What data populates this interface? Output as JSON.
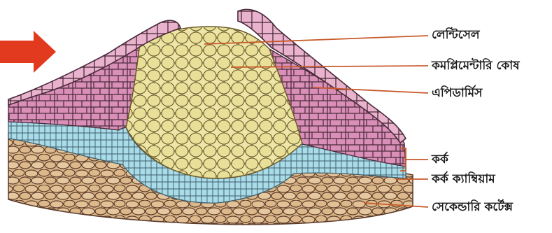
{
  "labels": {
    "lenticel": "লেন্টিসেল",
    "complementary_cells": "কমপ্লিমেন্টারি কোষ",
    "epidermis": "এপিডার্মিস",
    "cork": "কর্ক",
    "cork_cambium": "কর্ক ক্যাম্বিয়াম",
    "secondary_cortex": "সেকেন্ডারি কর্টেক্স"
  },
  "colors": {
    "epidermis": "#e9b3cd",
    "cork": "#d98fb7",
    "complementary": "#ede6a6",
    "cambium": "#a9dbe8",
    "cortex": "#d9b487",
    "arrow": "#e23a1e",
    "leader": "#c85a2a",
    "cell_line": "#5a3b2a"
  },
  "icons": {
    "arrow": "red-arrow-icon"
  }
}
